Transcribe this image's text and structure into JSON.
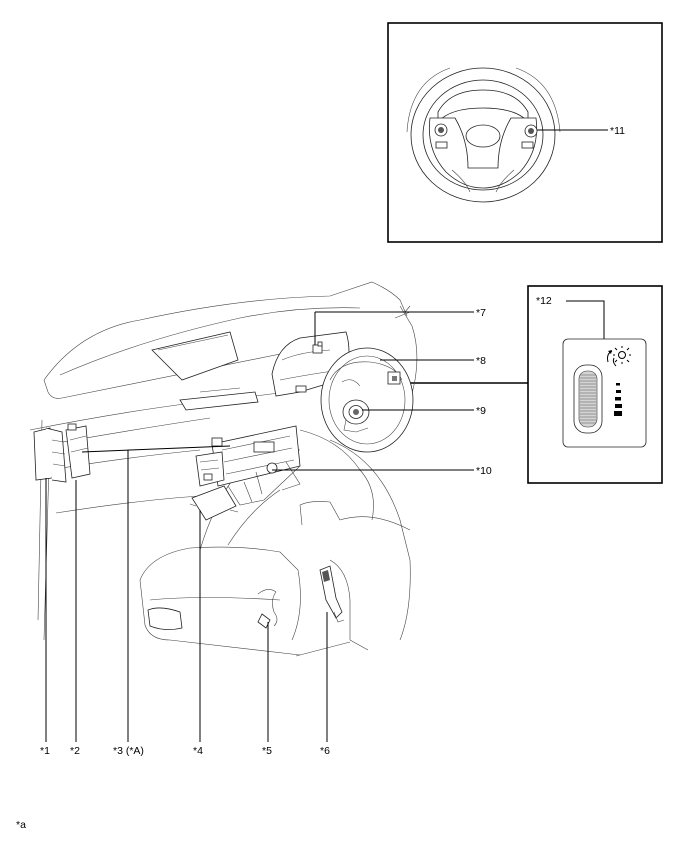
{
  "callouts": {
    "c1": "*1",
    "c2": "*2",
    "c3": "*3 (*A)",
    "c4": "*4",
    "c5": "*5",
    "c6": "*6",
    "c7": "*7",
    "c8": "*8",
    "c9": "*9",
    "c10": "*10",
    "c11": "*11",
    "c12": "*12"
  },
  "footnote": "*a",
  "icons": {
    "steering_wheel_inset": "steering-wheel-icon",
    "panel_illumination": "illumination-dimmer-icon"
  }
}
